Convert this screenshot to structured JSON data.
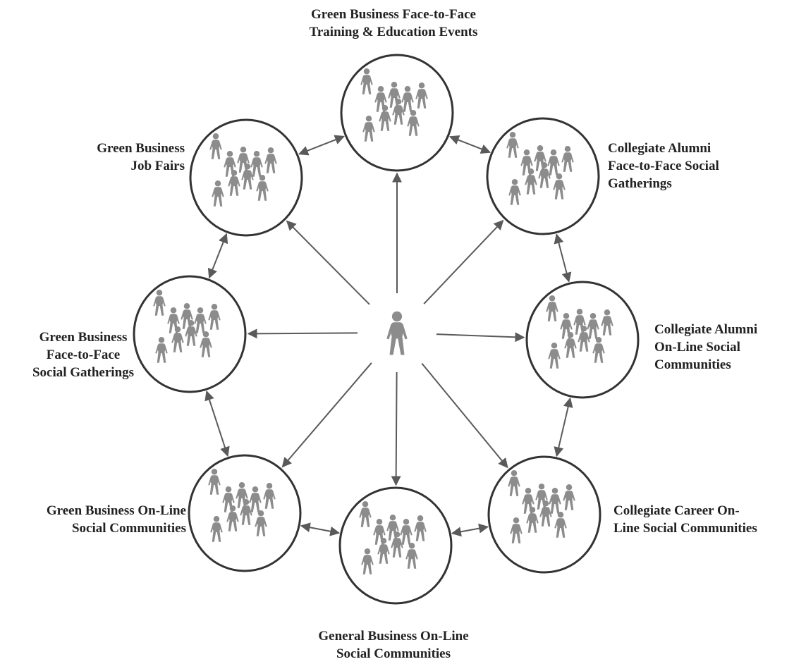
{
  "colors": {
    "line": "#333333",
    "figure": "#8c8c8c",
    "arrow": "#5a5a5a",
    "text": "#222222"
  },
  "center": {
    "icon": "person-icon"
  },
  "groups": [
    {
      "id": "training-events",
      "lines": [
        "Green Business Face-to-Face",
        "Training & Education Events"
      ]
    },
    {
      "id": "alumni-gatherings",
      "lines": [
        "Collegiate Alumni",
        "Face-to-Face Social",
        "Gatherings"
      ]
    },
    {
      "id": "alumni-online",
      "lines": [
        "Collegiate Alumni",
        "On-Line Social",
        "Communities"
      ]
    },
    {
      "id": "career-online",
      "lines": [
        "Collegiate Career On-",
        "Line Social Communities"
      ]
    },
    {
      "id": "general-online",
      "lines": [
        "General Business On-Line",
        "Social Communities"
      ]
    },
    {
      "id": "green-online",
      "lines": [
        "Green Business On-Line",
        "Social Communities"
      ]
    },
    {
      "id": "green-social",
      "lines": [
        "Green Business",
        "Face-to-Face",
        "Social Gatherings"
      ]
    },
    {
      "id": "job-fairs",
      "lines": [
        "Green Business",
        "Job Fairs"
      ]
    }
  ]
}
